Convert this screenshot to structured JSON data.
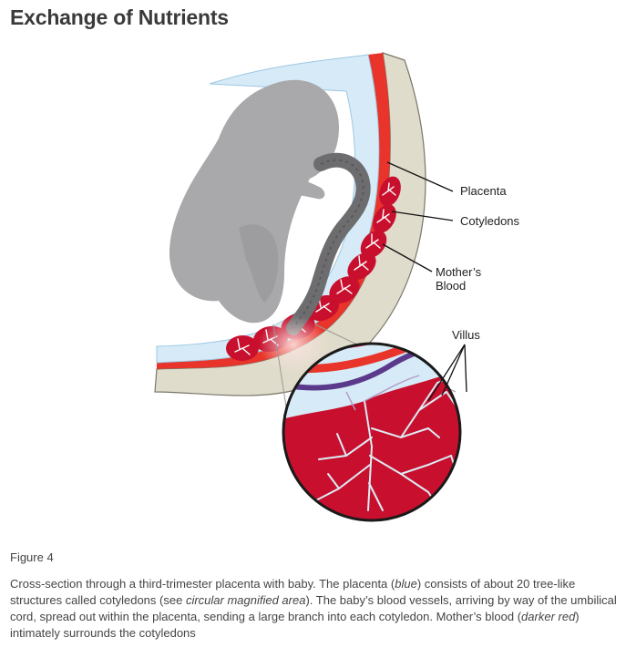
{
  "title": "Exchange of Nutrients",
  "labels": {
    "placenta": "Placenta",
    "cotyledons": "Cotyledons",
    "mothers_blood_line1": "Mother’s",
    "mothers_blood_line2": "Blood",
    "villus": "Villus"
  },
  "caption": {
    "figure_number": "Figure 4",
    "p1": "Cross-section through a third-trimester placenta with baby. The placenta (",
    "e1": "blue",
    "p2": ") consists of about 20 tree-like structures called cotyledons (see ",
    "e2": "circular magnified area",
    "p3": "). The baby’s blood vessels, arriving by way of the umbilical cord, spread out within the placenta, sending a large branch into each cotyledon. Mother’s blood (",
    "e3": "darker red",
    "p4": ") intimately surrounds the cotyledons"
  },
  "colors": {
    "wall": "#e0dccb",
    "mother_red": "#e8342a",
    "cotyledon_red": "#c8102e",
    "placenta_blue": "#d6ebf7",
    "baby_gray": "#a9a9ab",
    "cord_gray": "#6d6d6f",
    "vessel_purple": "#5b3a8c"
  }
}
